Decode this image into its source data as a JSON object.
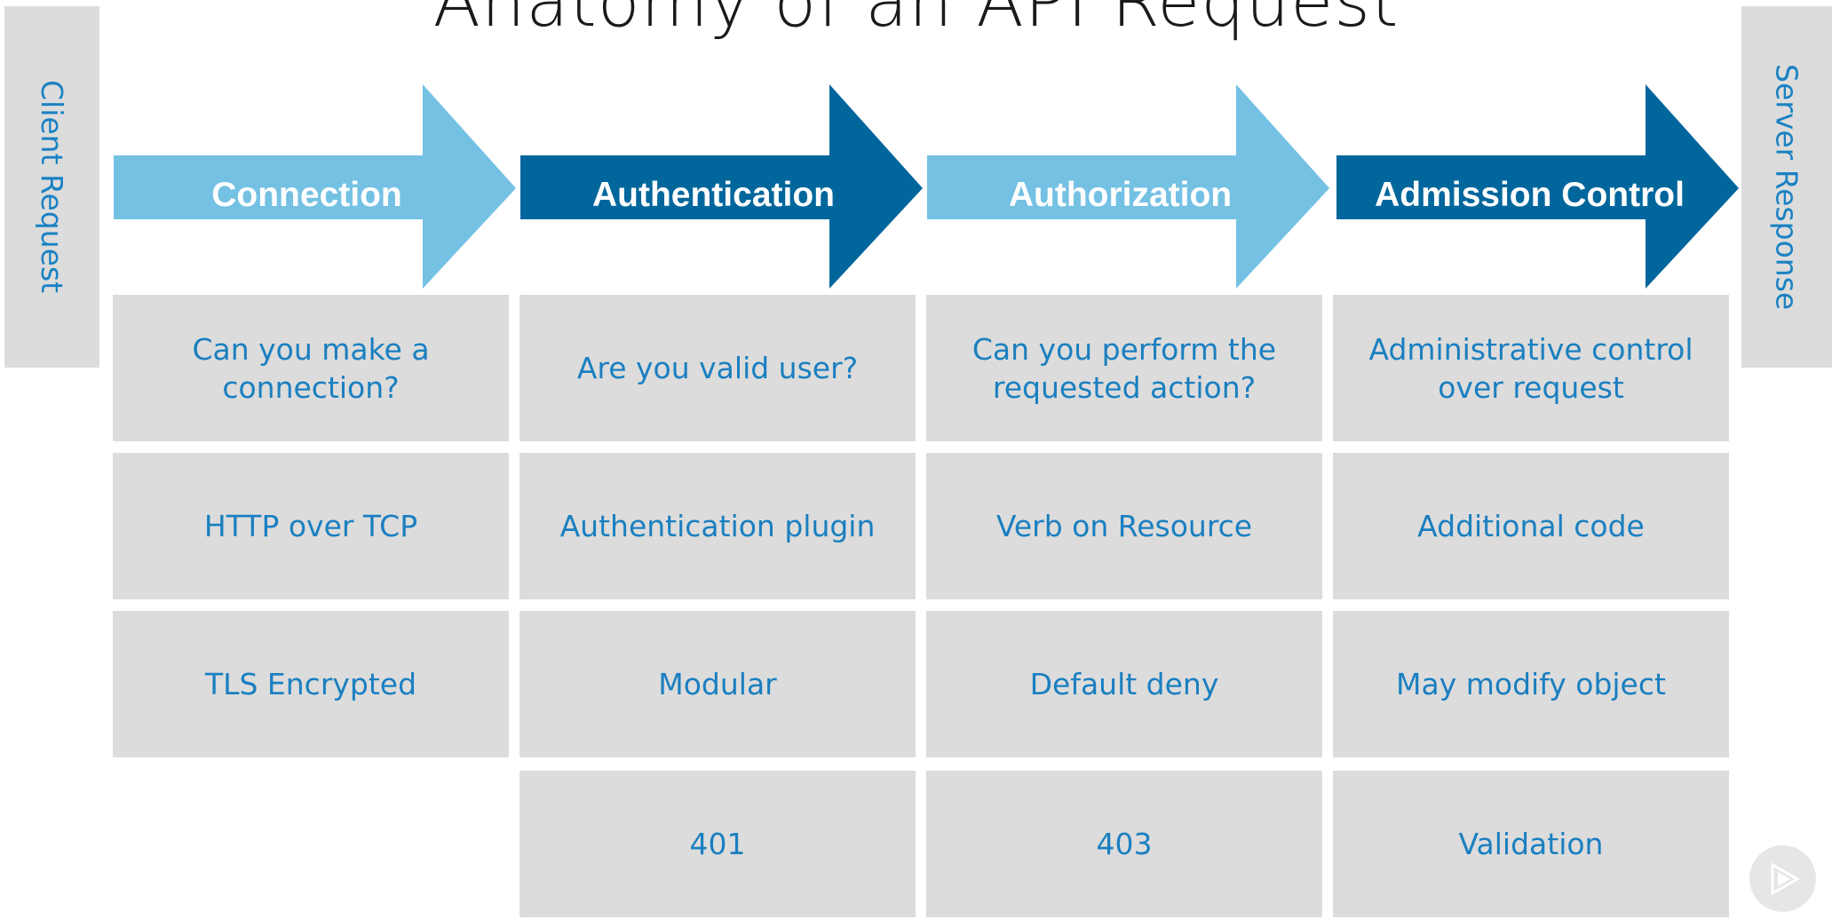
{
  "title": "Anatomy of an API Request",
  "side_tabs": {
    "left": "Client Request",
    "right": "Server Response"
  },
  "colors": {
    "light_blue": "#74c1e3",
    "dark_blue": "#00669c",
    "cell_bg": "#dcdcdc",
    "cell_text": "#1a7fc0"
  },
  "stages": [
    {
      "label": "Connection",
      "cells": [
        "Can you make a connection?",
        "HTTP over TCP",
        "TLS Encrypted",
        ""
      ]
    },
    {
      "label": "Authentication",
      "cells": [
        "Are you valid user?",
        "Authentication plugin",
        "Modular",
        "401"
      ]
    },
    {
      "label": "Authorization",
      "cells": [
        "Can you perform the requested action?",
        "Verb on Resource",
        "Default deny",
        "403"
      ]
    },
    {
      "label": "Admission Control",
      "cells": [
        "Administrative control over request",
        "Additional code",
        "May modify object",
        "Validation"
      ]
    }
  ],
  "player": {
    "icon": "play-icon"
  }
}
